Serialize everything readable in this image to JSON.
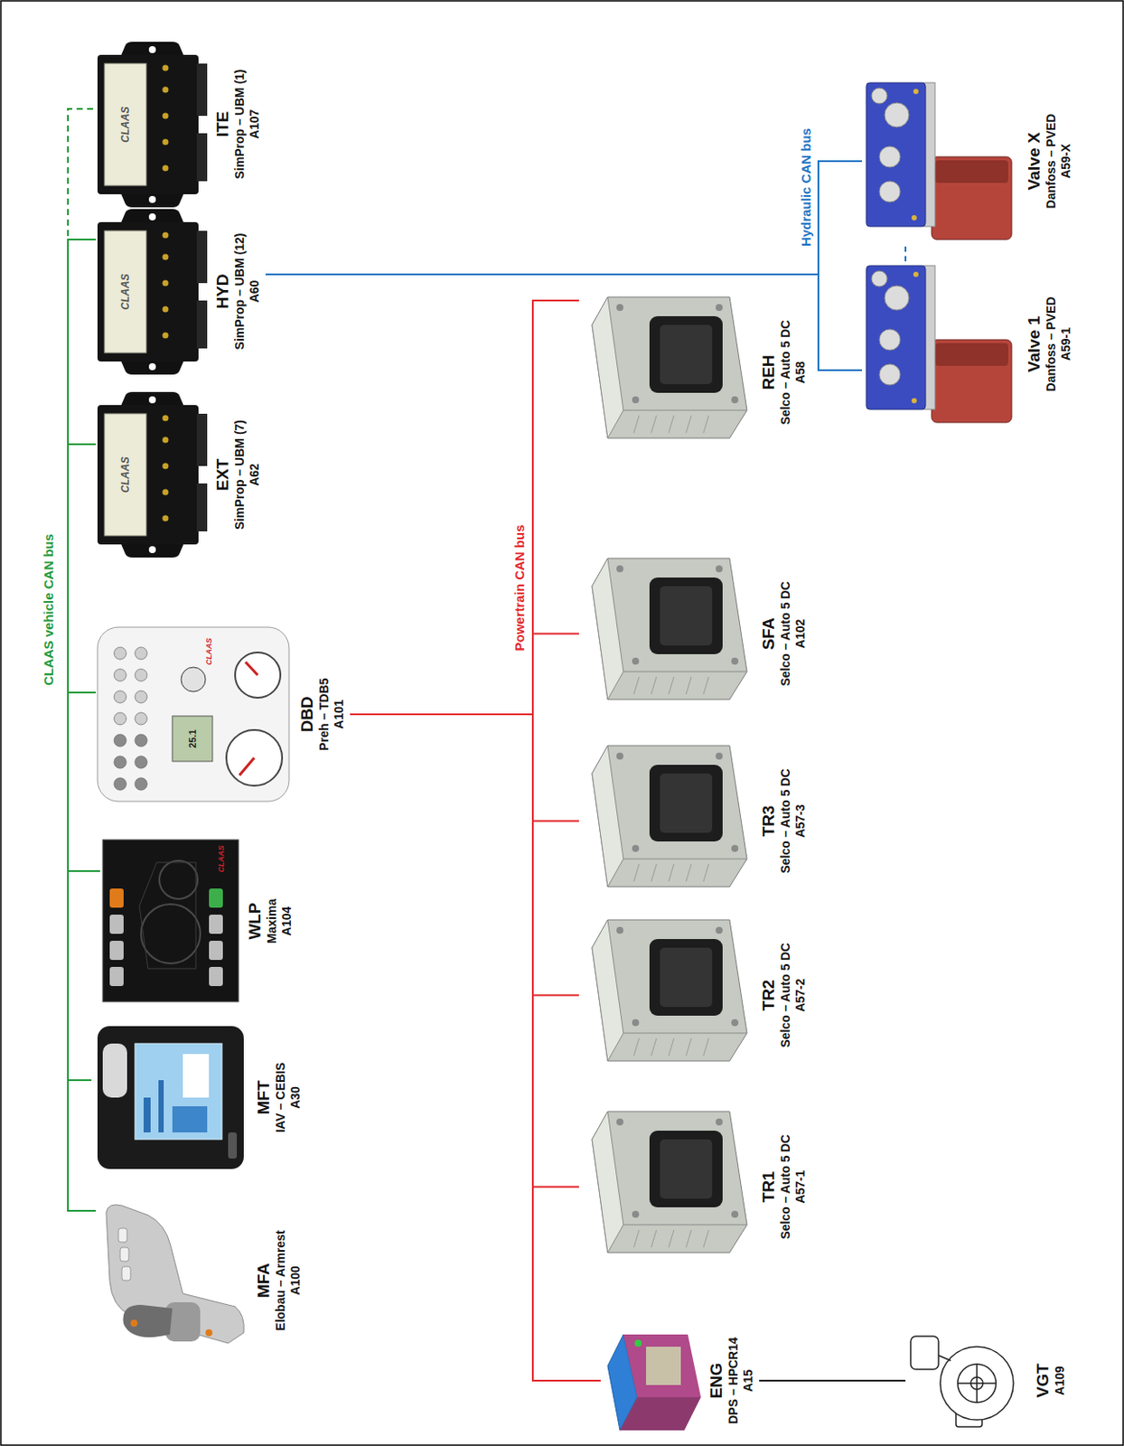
{
  "diagram": {
    "nodes": [
      {
        "text": [
          "MFA",
          "Elobau – Armrest",
          "A100"
        ]
      },
      {
        "text": [
          "MFT",
          "IAV – CEBIS",
          "A30"
        ]
      },
      {
        "text": [
          "WLP",
          "Maxima",
          "A104"
        ]
      },
      {
        "text": [
          "DBD",
          "Preh – TDB5",
          "A101"
        ]
      },
      {
        "text": [
          "EXT",
          "SimProp – UBM (7)",
          "A62"
        ]
      },
      {
        "text": [
          "HYD",
          "SimProp – UBM (12)",
          "A60"
        ]
      },
      {
        "text": [
          "ITE",
          "SimProp – UBM (1)",
          "A107"
        ]
      },
      {
        "text": [
          "ENG",
          "DPS – HPCR14",
          "A15"
        ]
      },
      {
        "text": [
          "TR1",
          "Selco – Auto 5 DC",
          "A57-1"
        ]
      },
      {
        "text": [
          "TR2",
          "Selco – Auto 5 DC",
          "A57-2"
        ]
      },
      {
        "text": [
          "TR3",
          "Selco – Auto 5 DC",
          "A57-3"
        ]
      },
      {
        "text": [
          "SFA",
          "Selco – Auto 5 DC",
          "A102"
        ]
      },
      {
        "text": [
          "REH",
          "Selco – Auto 5 DC",
          "A58"
        ]
      },
      {
        "text": [
          "VGT",
          "A109"
        ]
      },
      {
        "text": [
          "Valve 1",
          "Danfoss – PVED",
          "A59-1"
        ]
      },
      {
        "text": [
          "Valve X",
          "Danfoss – PVED",
          "A59-X"
        ]
      }
    ],
    "edges": [
      {
        "from": 0,
        "to": 1,
        "arrow": "none"
      },
      {
        "from": 1,
        "to": 2,
        "arrow": "none"
      },
      {
        "from": 2,
        "to": 3,
        "arrow": "none"
      },
      {
        "from": 3,
        "to": 4,
        "label": "CLAAS vehicle CAN bus",
        "arrow": "none"
      },
      {
        "from": 4,
        "to": 5,
        "arrow": "none"
      },
      {
        "from": 5,
        "to": 6,
        "arrow": "none"
      },
      {
        "from": 3,
        "to": 7,
        "arrow": "none"
      },
      {
        "from": 3,
        "to": 8,
        "arrow": "none"
      },
      {
        "from": 3,
        "to": 9,
        "arrow": "none"
      },
      {
        "from": 3,
        "to": 10,
        "arrow": "none"
      },
      {
        "from": 3,
        "to": 11,
        "label": "Powertrain CAN bus",
        "arrow": "none"
      },
      {
        "from": 3,
        "to": 12,
        "arrow": "none"
      },
      {
        "from": 7,
        "to": 13,
        "arrow": "none"
      },
      {
        "from": 5,
        "to": 14,
        "arrow": "none"
      },
      {
        "from": 5,
        "to": 15,
        "label": "Hydraulic CAN bus",
        "arrow": "none"
      },
      {
        "from": 14,
        "to": 15,
        "arrow": "none"
      }
    ],
    "labels": [
      "CLAAS",
      "CLAAS",
      "25.1",
      "CLAAS",
      "CLAAS",
      "CLAAS"
    ]
  }
}
